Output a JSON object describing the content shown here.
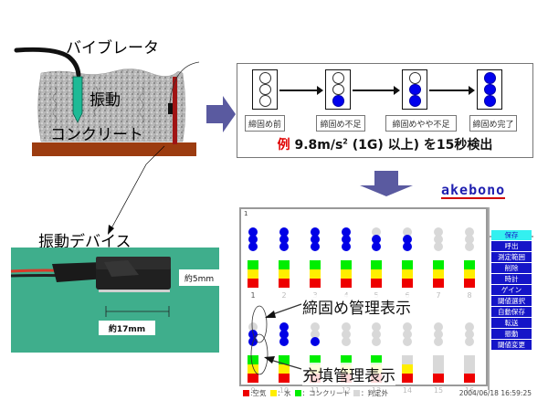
{
  "illustration": {
    "vibrator_label": "バイブレータ",
    "vibration_label": "振動",
    "concrete_label": "コンクリート"
  },
  "stages": {
    "items": [
      {
        "label": "締固め前",
        "lit": 0
      },
      {
        "label": "締固め不足",
        "lit": 1
      },
      {
        "label": "締固めやや不足",
        "lit": 2
      },
      {
        "label": "締固め完了",
        "lit": 3
      }
    ],
    "criteria": {
      "prefix": "例",
      "text_main": " 9.8m/s",
      "superscript": "2",
      "text_rest": " (1G) 以上) を15秒検出"
    }
  },
  "device": {
    "title": "振動デバイス",
    "height_label": "約5mm",
    "width_label": "約17mm"
  },
  "logo": {
    "text": "akebono"
  },
  "monitor": {
    "panel_id": "1",
    "colors": {
      "air": "#ee0000",
      "water": "#ffee00",
      "concrete": "#00ee00",
      "out_of_range": "#d8d8d8",
      "compaction_on": "#0000e6",
      "compaction_off": "#d8d8d8"
    },
    "channels": [
      {
        "num": "1",
        "compaction": 3,
        "fill": [
          "air",
          "water",
          "concrete"
        ]
      },
      {
        "num": "2",
        "compaction": 3,
        "fill": [
          "air",
          "water",
          "concrete"
        ]
      },
      {
        "num": "3",
        "compaction": 3,
        "fill": [
          "air",
          "water",
          "concrete"
        ]
      },
      {
        "num": "4",
        "compaction": 3,
        "fill": [
          "air",
          "water",
          "concrete"
        ]
      },
      {
        "num": "5",
        "compaction": 2,
        "fill": [
          "air",
          "water",
          "concrete"
        ]
      },
      {
        "num": "6",
        "compaction": 2,
        "fill": [
          "air",
          "water",
          "concrete"
        ]
      },
      {
        "num": "7",
        "compaction": 0,
        "fill": [
          "air",
          "water",
          "concrete"
        ]
      },
      {
        "num": "8",
        "compaction": 0,
        "fill": [
          "air",
          "water",
          "concrete"
        ]
      },
      {
        "num": "9",
        "compaction": 2,
        "fill": [
          "air",
          "water",
          "concrete"
        ]
      },
      {
        "num": "10",
        "compaction": 3,
        "fill": [
          "air",
          "water",
          "concrete"
        ]
      },
      {
        "num": "11",
        "compaction": 1,
        "fill": [
          "air",
          "water",
          "concrete"
        ]
      },
      {
        "num": "12",
        "compaction": 0,
        "fill": [
          "air",
          "water",
          "concrete"
        ]
      },
      {
        "num": "13",
        "compaction": 0,
        "fill": [
          "air",
          "water",
          "concrete"
        ]
      },
      {
        "num": "14",
        "compaction": 0,
        "fill": [
          "air",
          "water",
          "out_of_range"
        ]
      },
      {
        "num": "15",
        "compaction": 0,
        "fill": [
          "air",
          "out_of_range",
          "out_of_range"
        ]
      },
      {
        "num": "16",
        "compaction": 0,
        "fill": [
          "air",
          "out_of_range",
          "out_of_range"
        ]
      }
    ],
    "side_menu": [
      {
        "label": "保存",
        "active": true
      },
      {
        "label": "呼出",
        "active": false
      },
      {
        "label": "測定範囲",
        "active": false
      },
      {
        "label": "削除",
        "active": false
      },
      {
        "label": "時計",
        "active": false
      },
      {
        "label": "ゲイン",
        "active": false
      },
      {
        "label": "閾値選択",
        "active": false
      },
      {
        "label": "自動保存",
        "active": false
      },
      {
        "label": "転送",
        "active": false
      },
      {
        "label": "振動",
        "active": false
      },
      {
        "label": "閾値変更",
        "active": false
      }
    ],
    "legend": [
      {
        "key": "air",
        "label": ":空気"
      },
      {
        "key": "water",
        "label": "：水"
      },
      {
        "key": "concrete",
        "label": "：コンクリート"
      },
      {
        "key": "out_of_range",
        "label": "：判定外"
      }
    ],
    "timestamp": "2004/06/18 16:59:25"
  },
  "annotations": {
    "compaction_display": "締固め管理表示",
    "filling_display": "充填管理表示"
  },
  "arrow_color": "#5a5aa0"
}
